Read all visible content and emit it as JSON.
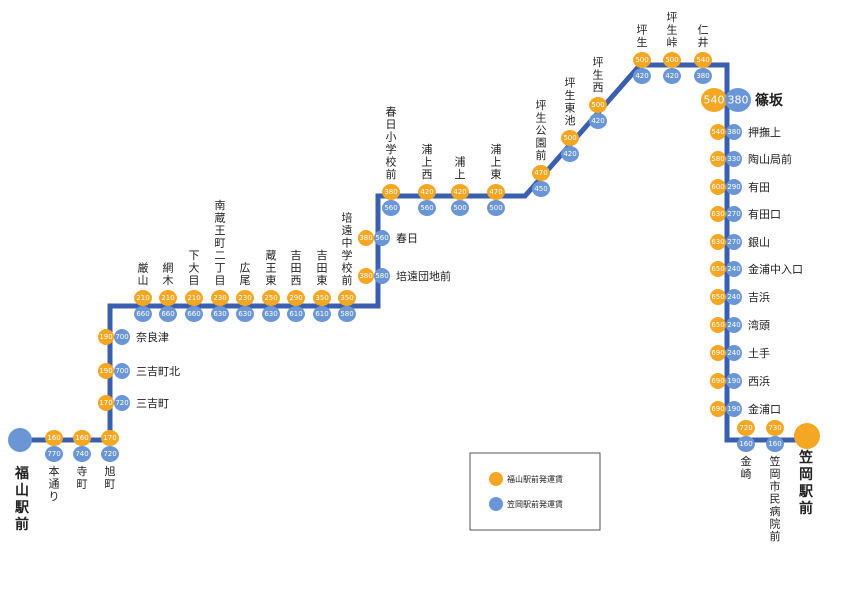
{
  "colors": {
    "line": "#3a5fae",
    "fukuyama": "#f5a623",
    "kasaoka": "#6b96d6",
    "terminal_text": "#e02020"
  },
  "terminals": {
    "start": {
      "name": "福山駅前"
    },
    "end": {
      "name": "笠岡駅前"
    }
  },
  "legend": {
    "fukuyama_label": "福山駅前発運賃",
    "kasaoka_label": "笠岡駅前発運賃"
  },
  "stops": [
    {
      "name": "本通り",
      "f": 160,
      "k": 770
    },
    {
      "name": "寺町",
      "f": 160,
      "k": 740
    },
    {
      "name": "旭町",
      "f": 170,
      "k": 720
    },
    {
      "name": "三吉町",
      "f": 170,
      "k": 720
    },
    {
      "name": "三吉町北",
      "f": 190,
      "k": 700
    },
    {
      "name": "奈良津",
      "f": 190,
      "k": 700
    },
    {
      "name": "厳山",
      "f": 210,
      "k": 660
    },
    {
      "name": "網木",
      "f": 210,
      "k": 660
    },
    {
      "name": "下大目",
      "f": 210,
      "k": 660
    },
    {
      "name": "南蔵王町二丁目",
      "f": 230,
      "k": 630
    },
    {
      "name": "広尾",
      "f": 230,
      "k": 630
    },
    {
      "name": "蔵王東",
      "f": 250,
      "k": 630
    },
    {
      "name": "吉田西",
      "f": 290,
      "k": 610
    },
    {
      "name": "吉田東",
      "f": 350,
      "k": 610
    },
    {
      "name": "培遠中学校前",
      "f": 350,
      "k": 580
    },
    {
      "name": "培遠団地前",
      "f": 380,
      "k": 580
    },
    {
      "name": "春日",
      "f": 380,
      "k": 560
    },
    {
      "name": "春日小学校前",
      "f": 380,
      "k": 560
    },
    {
      "name": "浦上西",
      "f": 420,
      "k": 560
    },
    {
      "name": "浦上",
      "f": 420,
      "k": 500
    },
    {
      "name": "浦上東",
      "f": 470,
      "k": 500
    },
    {
      "name": "坪生公園前",
      "f": 470,
      "k": 450
    },
    {
      "name": "坪生東池",
      "f": 500,
      "k": 420
    },
    {
      "name": "坪生西",
      "f": 500,
      "k": 420
    },
    {
      "name": "坪生",
      "f": 500,
      "k": 420
    },
    {
      "name": "坪生峠",
      "f": 500,
      "k": 420
    },
    {
      "name": "仁井",
      "f": 540,
      "k": 380
    },
    {
      "name": "篠坂",
      "f": 540,
      "k": 380
    },
    {
      "name": "押撫上",
      "f": 540,
      "k": 380
    },
    {
      "name": "陶山局前",
      "f": 580,
      "k": 330
    },
    {
      "name": "有田",
      "f": 600,
      "k": 290
    },
    {
      "name": "有田口",
      "f": 630,
      "k": 270
    },
    {
      "name": "銀山",
      "f": 630,
      "k": 270
    },
    {
      "name": "金浦中入口",
      "f": 650,
      "k": 240
    },
    {
      "name": "吉浜",
      "f": 650,
      "k": 240
    },
    {
      "name": "湾頭",
      "f": 650,
      "k": 240
    },
    {
      "name": "土手",
      "f": 690,
      "k": 240
    },
    {
      "name": "西浜",
      "f": 690,
      "k": 190
    },
    {
      "name": "金浦口",
      "f": 690,
      "k": 190
    },
    {
      "name": "金崎",
      "f": 720,
      "k": 160
    },
    {
      "name": "笠岡市民病院前",
      "f": 730,
      "k": 160
    }
  ]
}
